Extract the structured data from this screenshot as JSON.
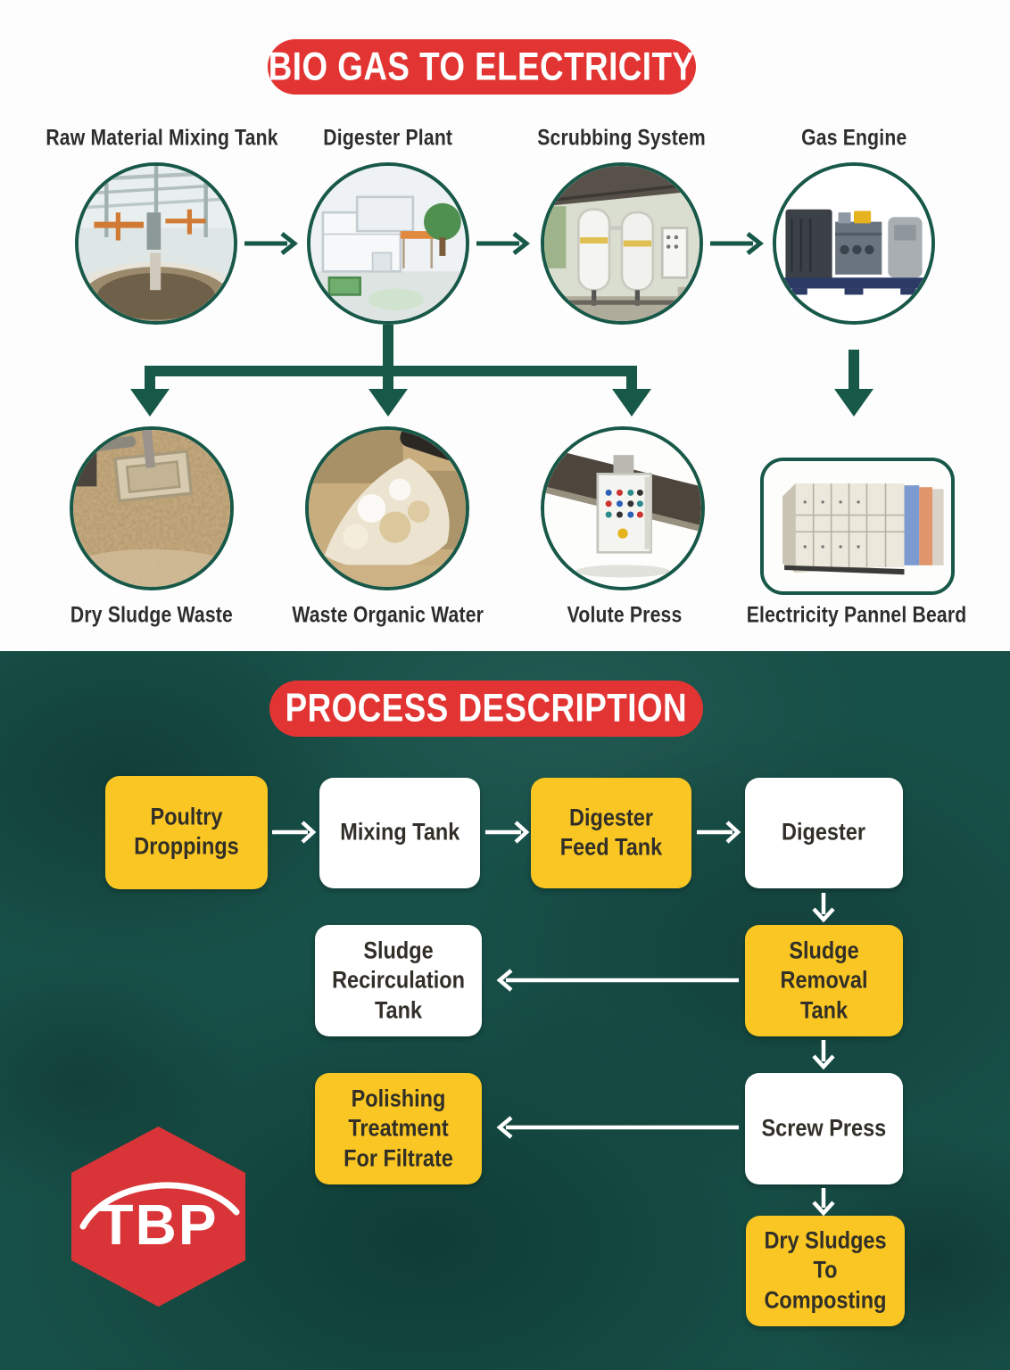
{
  "colors": {
    "accent_red": "#e23533",
    "dark_green": "#185848",
    "teal_background": "#175048",
    "box_yellow": "#f9c623",
    "box_white": "#ffffff",
    "label_text": "#2d2d2d"
  },
  "top_section": {
    "title": "BIO GAS TO ELECTRICITY",
    "stages_row1": [
      {
        "label": "Raw Material Mixing Tank",
        "icon": "raw-material-mixing-tank-photo"
      },
      {
        "label": "Digester Plant",
        "icon": "digester-plant-photo"
      },
      {
        "label": "Scrubbing System",
        "icon": "scrubbing-system-photo"
      },
      {
        "label": "Gas Engine",
        "icon": "gas-engine-photo"
      }
    ],
    "stages_row2": [
      {
        "label": "Dry Sludge Waste",
        "icon": "dry-sludge-waste-photo"
      },
      {
        "label": "Waste Organic Water",
        "icon": "waste-organic-water-photo"
      },
      {
        "label": "Volute Press",
        "icon": "volute-press-photo"
      },
      {
        "label": "Electricity Pannel Beard",
        "icon": "electricity-panel-board-photo"
      }
    ]
  },
  "process_section": {
    "title": "PROCESS DESCRIPTION",
    "flow_nodes": [
      {
        "id": "poultry-droppings",
        "label": "Poultry Droppings",
        "style": "yellow"
      },
      {
        "id": "mixing-tank",
        "label": "Mixing Tank",
        "style": "white"
      },
      {
        "id": "digester-feed-tank",
        "label": "Digester Feed Tank",
        "style": "yellow"
      },
      {
        "id": "digester",
        "label": "Digester",
        "style": "white"
      },
      {
        "id": "sludge-recirculation-tank",
        "label": "Sludge Recirculation Tank",
        "style": "white"
      },
      {
        "id": "sludge-removal-tank",
        "label": "Sludge Removal Tank",
        "style": "yellow"
      },
      {
        "id": "polishing-treatment",
        "label": "Polishing Treatment For Filtrate",
        "style": "yellow"
      },
      {
        "id": "screw-press",
        "label": "Screw Press",
        "style": "white"
      },
      {
        "id": "dry-sludges-composting",
        "label": "Dry Sludges To Composting",
        "style": "yellow"
      }
    ],
    "logo_text": "TBP"
  }
}
